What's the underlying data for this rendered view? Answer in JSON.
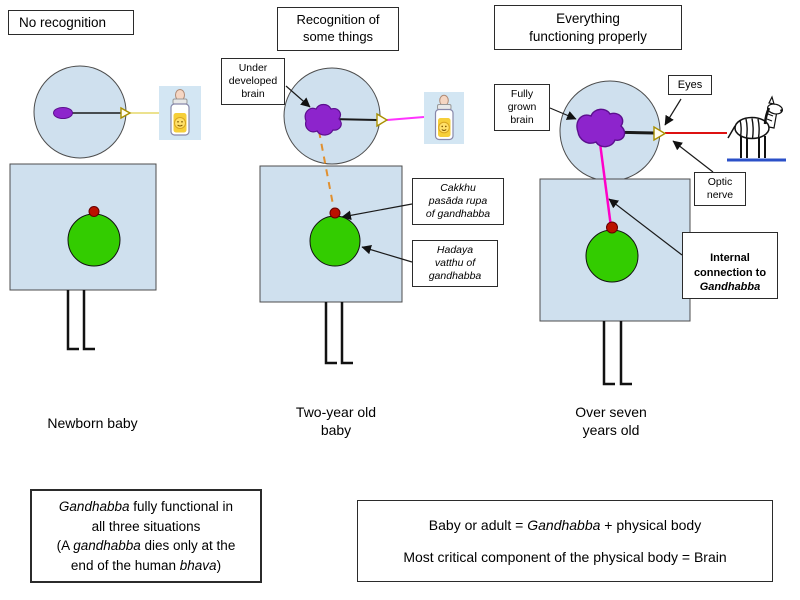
{
  "panels": {
    "left": {
      "title": "No recognition",
      "caption": "Newborn baby"
    },
    "middle": {
      "title": "Recognition of\nsome things",
      "caption": "Two-year old\nbaby",
      "brain_label": "Under\ndeveloped\nbrain",
      "cakkhu_label": "Cakkhu\npasāda rupa\nof gandhabba",
      "hadaya_label": "Hadaya\nvatthu of\ngandhabba"
    },
    "right": {
      "title": "Everything\nfunctioning properly",
      "caption": "Over seven\nyears old",
      "brain_label": "Fully\ngrown\nbrain",
      "eyes_label": "Eyes",
      "optic_label": "Optic\nnerve",
      "internal_pre": "Internal\nconnection to\n",
      "internal_italic": "Gandhabba"
    }
  },
  "notes": {
    "left": {
      "l1_italic": "Gandhabba",
      "l1_rest": " fully functional in",
      "l2": "all three situations",
      "l3_pre": "(A ",
      "l3_italic": "gandhabba",
      "l3_rest": " dies only at the",
      "l4_pre": "end of the human ",
      "l4_italic": "bhava",
      "l4_rest": ")"
    },
    "right": {
      "l1_pre": "Baby  or adult = ",
      "l1_italic": "Gandhabba",
      "l1_rest": " + physical body",
      "l2": "Most critical component of the physical body = Brain"
    }
  },
  "colors": {
    "body_fill": "#cfe0ee",
    "brain_purple": "#8d24cc",
    "hadaya_green": "#33cc00",
    "cakkhu_red": "#bb1100",
    "magenta_line": "#ff00c8",
    "red_line": "#dd1111",
    "orange_dash": "#e09030",
    "yellow_line": "#e6d96a",
    "ground_blue": "#2b50c8"
  }
}
